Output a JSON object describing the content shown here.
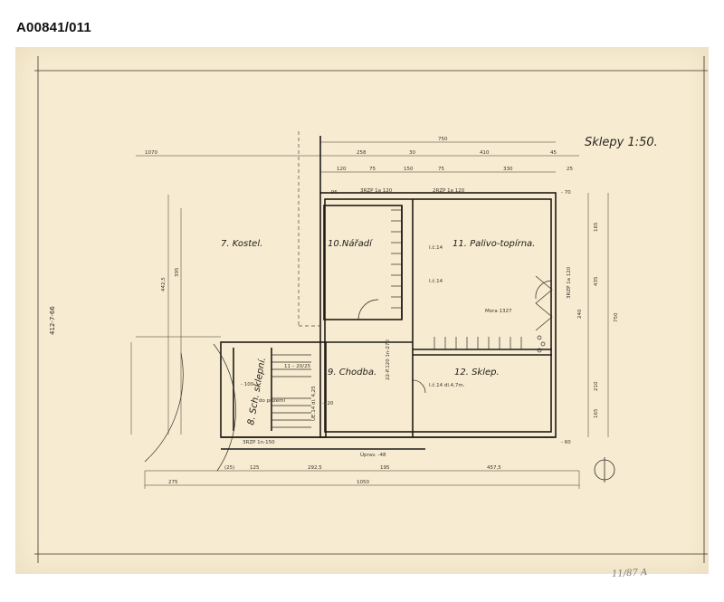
{
  "archive_id": "A00841/011",
  "sheet": {
    "title": "Sklepy 1:50.",
    "side_note": "412-7-66",
    "stamp": "11/87 A"
  },
  "rooms": {
    "kostel": "7. Kostel.",
    "naradi": "10.Nářadí",
    "palivo": "11. Palivo-topírna.",
    "chodba": "9. Chodba.",
    "sklep": "12. Sklep.",
    "schodiste": "8. Sch. sklepní."
  },
  "notes": {
    "stairs": "11 – 20/25",
    "do_prizemi": "do přízemí",
    "mora": "Mora 1327",
    "ic_14": "I.č.14",
    "ic_14b": "I.č.14",
    "ic_14_dl": "I.č.14 dl.4,7m.",
    "lintel_1": "3RZP 1n-150",
    "lintel_2": "3RZP 1a 120",
    "lintel_3": "2RZP 1a 120",
    "lintel_4": "3RZP 1a 120",
    "lintel_5": "22-P.120 1n-270",
    "lintel_6": "UE.14 dl. 4,25",
    "upraveno": "Úprav. -48"
  },
  "dimensions": {
    "top_total": "750",
    "top_a": "258",
    "top_b": "30",
    "top_c": "410",
    "top_d": "45",
    "top_left": "1070",
    "row2_a": "120",
    "row2_b": "75",
    "row2_c": "150",
    "row2_d": "75",
    "row2_e": "330",
    "row2_f": "25",
    "bottom_total": "1050",
    "bottom_a": "275",
    "bottom_b": "125",
    "bottom_c": "292,5",
    "bottom_d": "195",
    "bottom_e": "457,5",
    "bottom_f": "(25)",
    "right_total": "750",
    "right_a": "165",
    "right_b": "435",
    "right_c": "240",
    "right_d": "210",
    "right_e": "165",
    "left_total": "442,5",
    "left_a": "395",
    "level_1": "- 96",
    "level_2": "- 70",
    "level_3": "- 60",
    "level_4": "-220",
    "level_5": "- 100"
  }
}
